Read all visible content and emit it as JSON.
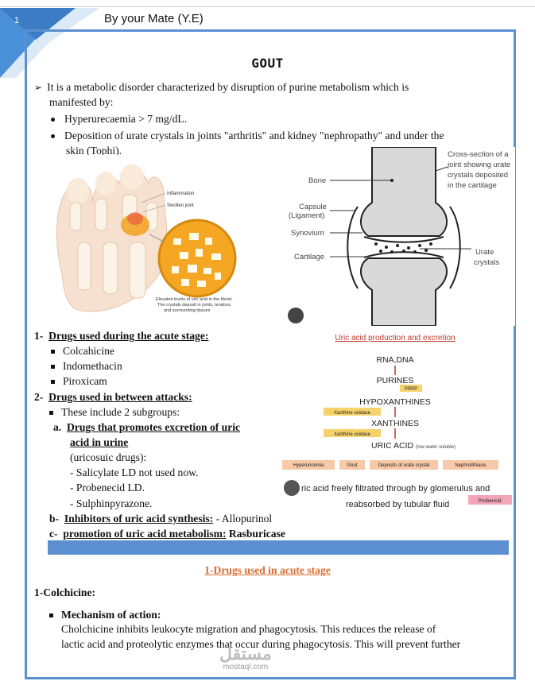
{
  "header": {
    "page_number": "1",
    "title": "By your Mate (Y.E)"
  },
  "doc_title": "GOUT",
  "intro": {
    "line1": "It is a metabolic disorder characterized by disruption of purine metabolism which is",
    "line2": "manifested by:",
    "bullet1": "Hyperurecaemia > 7 mg/dL.",
    "bullet2_line1": "Deposition of urate crystals in joints \"arthritis\" and kidney \"nephropathy\" and under the",
    "bullet2_line2": "skin (Tophi)."
  },
  "foot_figure": {
    "label_inflammation": "Inflammation",
    "label_swollen": "Swollen joint",
    "caption_line1": "Elevated levels of uric acid in the blood.",
    "caption_line2": "The crystals deposit in joints, tendons,",
    "caption_line3": "and surrounding tissues"
  },
  "joint_figure": {
    "caption_line1": "Cross-section of a",
    "caption_line2": "joint showing urate",
    "caption_line3": "crystals deposited",
    "caption_line4": "in the cartilage",
    "label_bone": "Bone",
    "label_capsule1": "Capsule",
    "label_capsule2": "(Ligament)",
    "label_synovium": "Synovium",
    "label_cartilage": "Cartilage",
    "label_urate1": "Urate",
    "label_urate2": "crystals"
  },
  "acute": {
    "num": "1-",
    "heading": "Drugs used during the acute stage:",
    "items": [
      "Colcahicine",
      "Indomethacin",
      "Piroxicam"
    ]
  },
  "between": {
    "num": "2-",
    "heading": "Drugs used in between attacks:",
    "subgroups": "These include 2 subgroups:",
    "a_marker": "a.",
    "a_heading_line1": "Drugs that promotes excretion of uric",
    "a_heading_line2": "acid in urine",
    "a_paren": "(uricosuic drugs):",
    "a_items": [
      "- Salicylate LD not used now.",
      "- Probenecid LD.",
      "- Sulphinpyrazone."
    ],
    "b_marker": "b-",
    "b_heading": "Inhibitors of uric acid synthesis:",
    "b_value": " - Allopurinol",
    "c_marker": "c-",
    "c_heading": "promotion of uric acid metabolism:",
    "c_value": " Rasburicase"
  },
  "uric_figure": {
    "title": "Uric acid production and excretion",
    "rna": "RNA,DNA",
    "purines": "PURINES",
    "prpp": "PRPP",
    "hypoxanthines": "HYPOXANTHINES",
    "xo1": "Xanthine oxidase",
    "xanthines": "XANTHINES",
    "xo2": "Xanthine oxidase",
    "uric_acid": "URIC ACID",
    "uric_acid_note": "(low water soluble)",
    "box_hyper": "Hyperuricemia",
    "box_gout": "Gout",
    "box_deposits": "Deposits of urate crystal",
    "box_nephro": "Nephrolithiasis",
    "line1": "ric acid freely filtrated through by glomerulus  and",
    "line2": "reabsorbed by tubular fluid",
    "probenecid": "Probencid"
  },
  "section1": {
    "heading": "1-Drugs used in acute stage",
    "sub": "1-Colchicine:",
    "moa_label": "Mechanism of action:",
    "moa_line1": "Cholchicine inhibits leukocyte migration and phagocytosis. This reduces the release of",
    "moa_line2": "lactic acid and proteolytic enzymes that occur during phagocytosis. This will prevent further"
  },
  "watermark": {
    "arabic": "مستقل",
    "latin": "mostaql.com"
  },
  "colors": {
    "frame": "#5b8fd0",
    "heading_orange": "#d86e30",
    "corner_blue": "#4a90d9",
    "uric_title": "#c0392b",
    "enzyme_box": "#f6d36a",
    "pink_box": "#f3a6b8"
  }
}
